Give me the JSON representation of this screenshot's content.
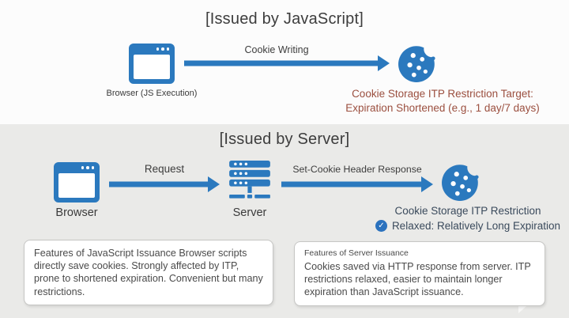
{
  "colors": {
    "accent_blue": "#2B79BE",
    "warn_text": "#9B4F3F",
    "ok_text": "#3A4A5C",
    "section_gray_bg": "#EAEAE8",
    "title_text": "#3D3D3D"
  },
  "glyphs": {
    "check": "✓"
  },
  "icon_names": {
    "browser": "browser-window-icon",
    "server": "server-rack-icon",
    "cookie": "cookie-icon",
    "check": "check-circle-icon"
  },
  "js_flow": {
    "title": "[Issued by JavaScript]",
    "browser_label": "Browser (JS Execution)",
    "arrow_label": "Cookie Writing",
    "result_line1": "Cookie Storage ITP Restriction Target:",
    "result_line2": "Expiration Shortened (e.g., 1 day/7 days)"
  },
  "server_flow": {
    "title": "[Issued by Server]",
    "browser_label": "Browser",
    "server_label": "Server",
    "request_arrow_label": "Request",
    "response_arrow_label": "Set-Cookie Header Response",
    "result_line1": "Cookie Storage ITP Restriction",
    "result_line2": "Relaxed: Relatively Long Expiration"
  },
  "notes": {
    "js_features": {
      "body": "Features of JavaScript Issuance Browser scripts directly save cookies. Strongly affected by ITP, prone to shortened expiration. Convenient but many restrictions."
    },
    "server_features": {
      "heading": "Features of Server Issuance",
      "body": "Cookies saved via HTTP response from server. ITP restrictions relaxed, easier to maintain longer expiration than JavaScript issuance."
    }
  }
}
